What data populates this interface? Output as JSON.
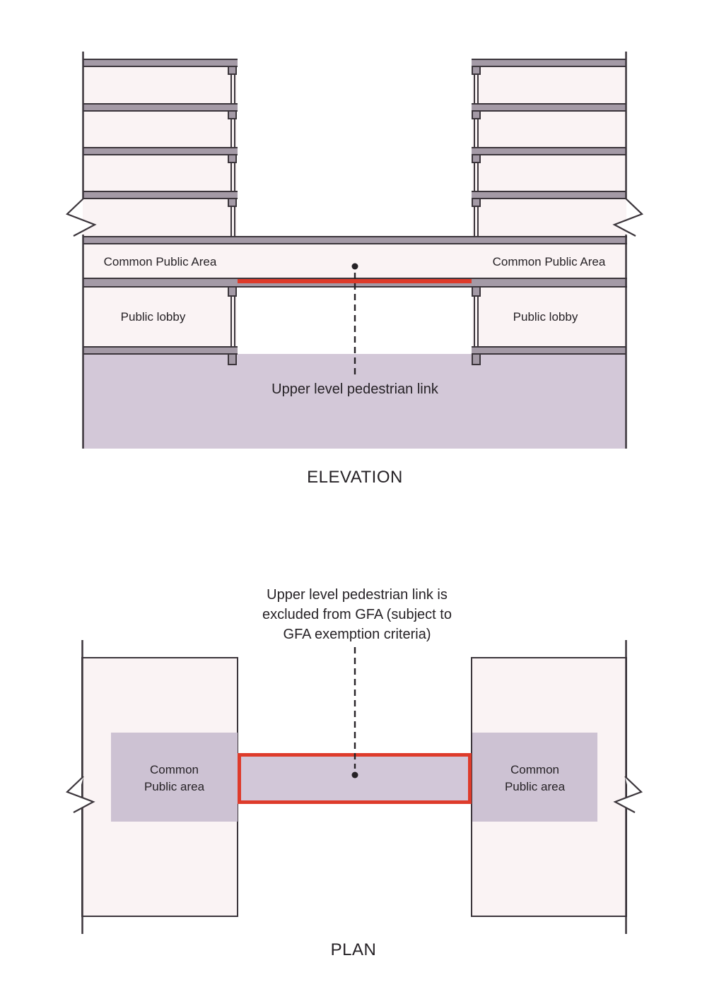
{
  "elevation": {
    "title": "ELEVATION",
    "left_common_area_label": "Common Public Area",
    "right_common_area_label": "Common Public Area",
    "left_lobby_label": "Public lobby",
    "right_lobby_label": "Public lobby",
    "link_label": "Upper level pedestrian link"
  },
  "plan": {
    "title": "PLAN",
    "annotation_lines": [
      "Upper level pedestrian link is",
      "excluded from GFA (subject to",
      "GFA exemption criteria)"
    ],
    "left_area_lines": [
      "Common",
      "Public area"
    ],
    "right_area_lines": [
      "Common",
      "Public area"
    ]
  },
  "colors": {
    "link_highlight_red": "#de3b2b",
    "slab_gray": "#a49aa6",
    "outline_dark": "#3b353b",
    "building_fill_pink": "#faf3f4",
    "ground_lavender": "#d3c8d8",
    "plan_area_purple": "#cdc2d3",
    "text_dark": "#262226"
  }
}
